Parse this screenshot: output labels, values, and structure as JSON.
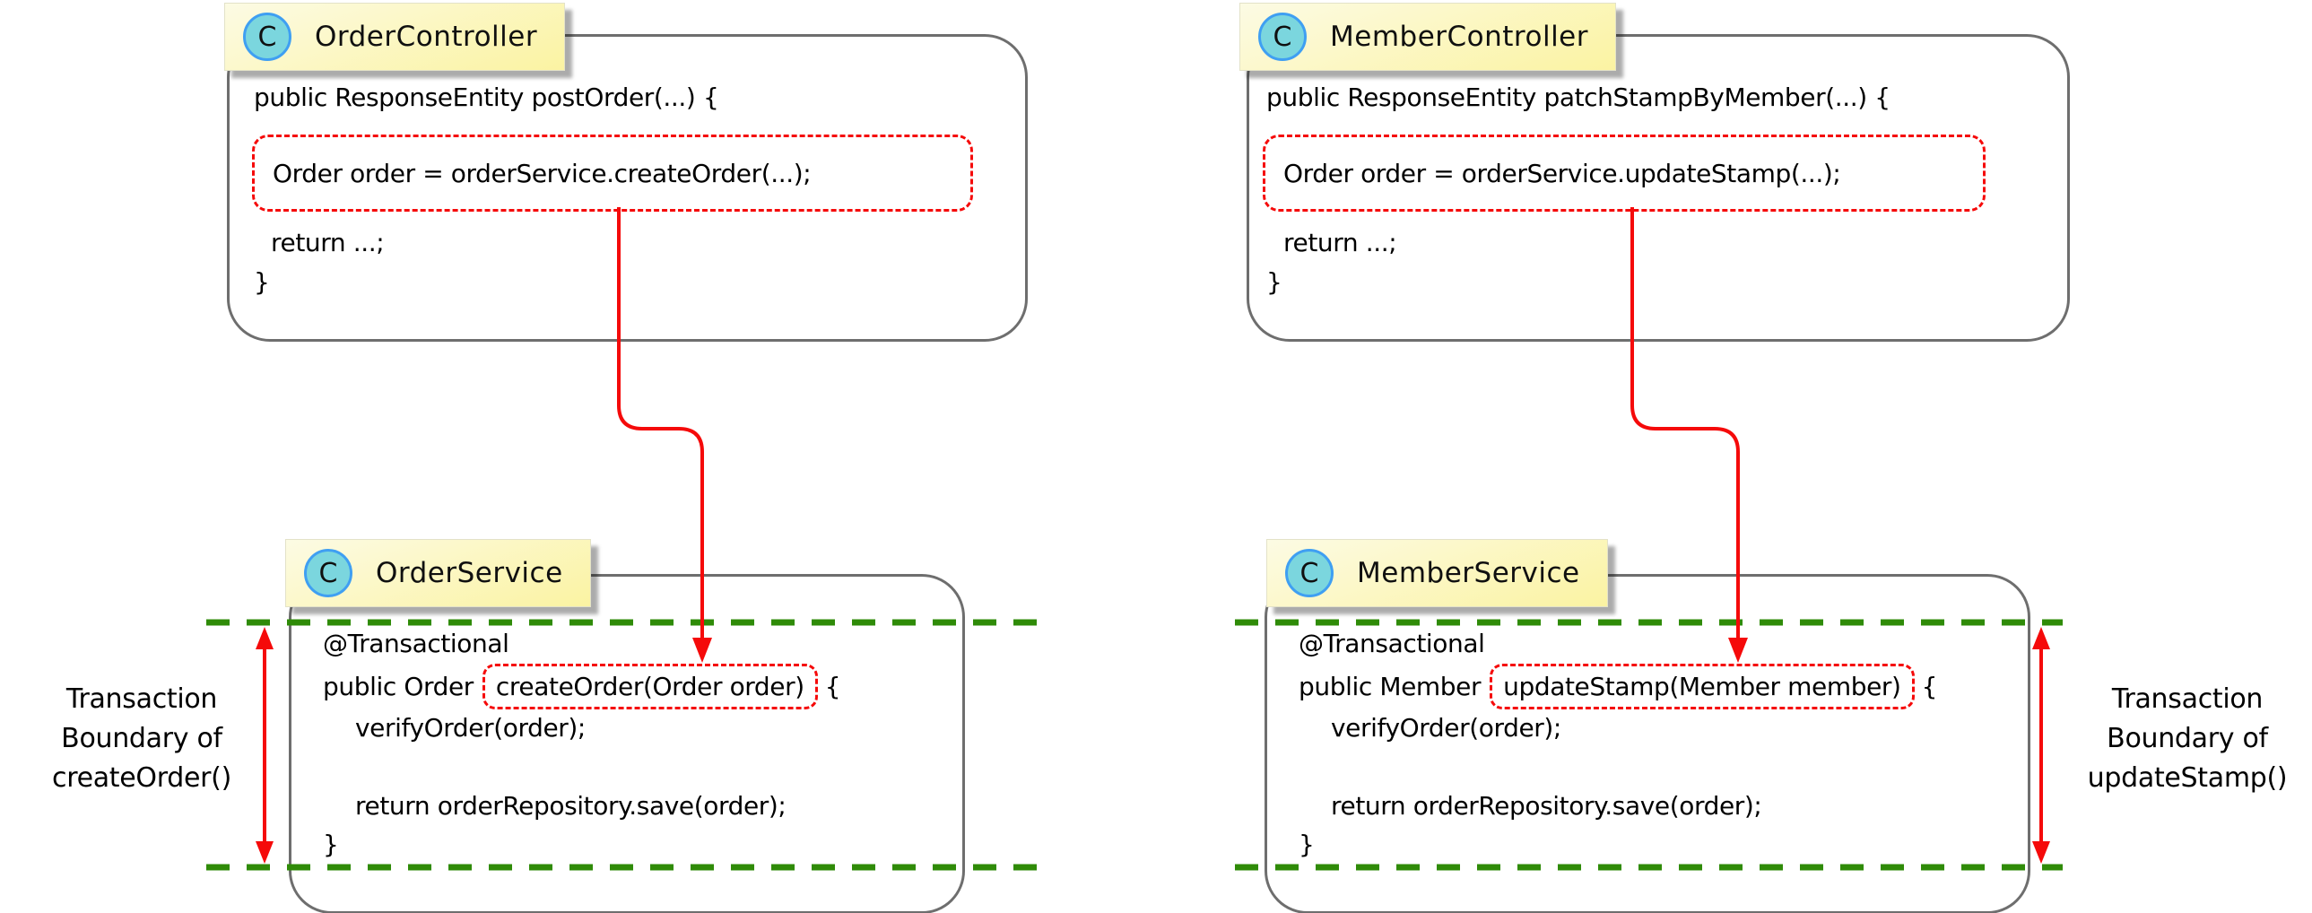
{
  "diagram": {
    "left": {
      "controller": {
        "stereotype": "C",
        "class_name": "OrderController",
        "code": {
          "signature": "public ResponseEntity postOrder(...) {",
          "highlighted_call": "Order order = orderService.createOrder(...);",
          "return_line": "return ...;",
          "closing_brace": "}"
        }
      },
      "service": {
        "stereotype": "C",
        "class_name": "OrderService",
        "code": {
          "annotation": "@Transactional",
          "signature_prefix": "public Order",
          "signature_highlight": "createOrder(Order order)",
          "signature_suffix": "{",
          "body_line_1": "verifyOrder(order);",
          "body_line_2": "return orderRepository.save(order);",
          "closing_brace": "}"
        }
      },
      "boundary_label": {
        "line1": "Transaction",
        "line2": "Boundary of",
        "line3": "createOrder()"
      }
    },
    "right": {
      "controller": {
        "stereotype": "C",
        "class_name": "MemberController",
        "code": {
          "signature": "public ResponseEntity patchStampByMember(...) {",
          "highlighted_call": "Order order = orderService.updateStamp(...);",
          "return_line": "return ...;",
          "closing_brace": "}"
        }
      },
      "service": {
        "stereotype": "C",
        "class_name": "MemberService",
        "code": {
          "annotation": "@Transactional",
          "signature_prefix": "public Member",
          "signature_highlight": "updateStamp(Member member)",
          "signature_suffix": "{",
          "body_line_1": "verifyOrder(order);",
          "body_line_2": "return orderRepository.save(order);",
          "closing_brace": "}"
        }
      },
      "boundary_label": {
        "line1": "Transaction",
        "line2": "Boundary of",
        "line3": "updateStamp()"
      }
    }
  },
  "colors": {
    "highlight_red": "#f50a0a",
    "boundary_green": "#2f8b08",
    "badge_yellow": "#fbf3a2",
    "stereotype_circle_fill": "#7bd6de",
    "stereotype_circle_border": "#3f9ff2",
    "panel_border_gray": "#6e6e6e"
  }
}
